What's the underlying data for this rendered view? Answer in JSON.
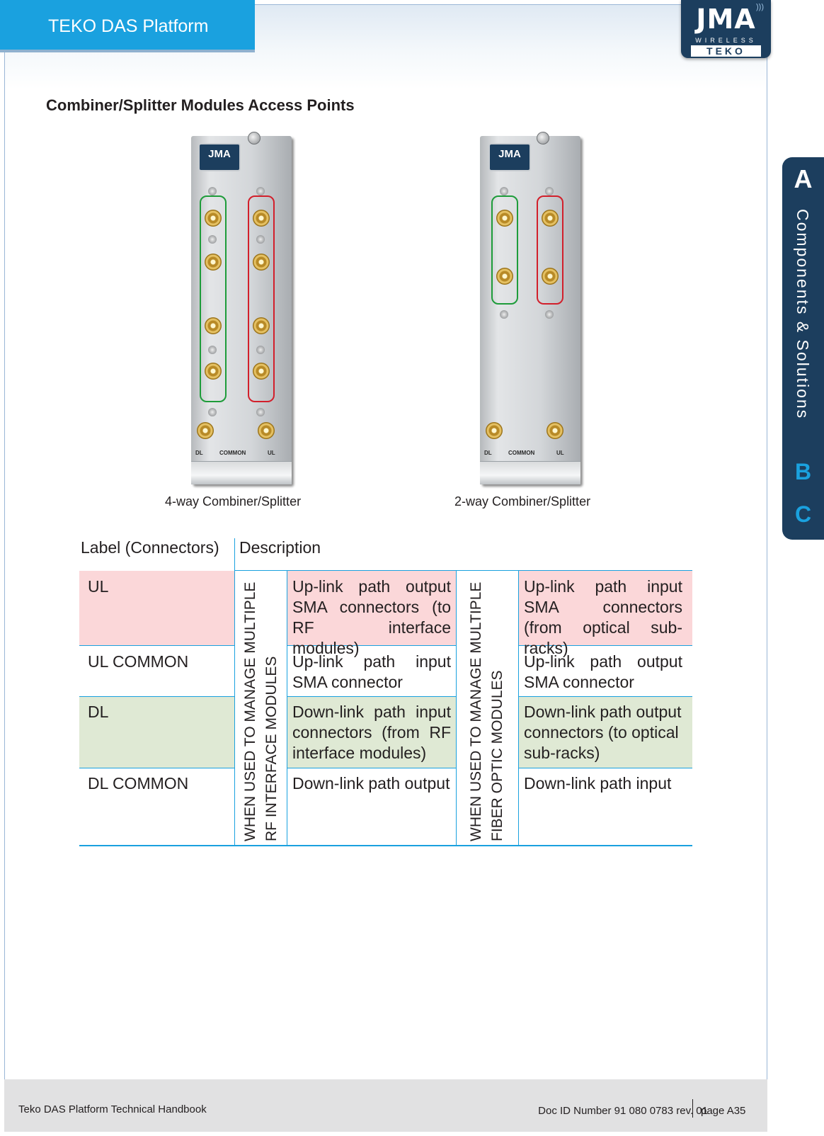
{
  "header": {
    "tab_title": "TEKO DAS Platform",
    "logo": {
      "main": "JMA",
      "sub": "WIRELESS",
      "brand": "TEKO"
    }
  },
  "section_title": "Combiner/Splitter Modules Access Points",
  "figures": [
    {
      "caption": "4-way Combiner/Splitter",
      "module_logo": "JMA",
      "port_labels": [
        "DL",
        "COMMON",
        "UL"
      ]
    },
    {
      "caption": "2-way Combiner/Splitter",
      "module_logo": "JMA",
      "port_labels": [
        "DL",
        "COMMON",
        "UL"
      ]
    }
  ],
  "table": {
    "headers": [
      "Label (Connectors)",
      "Description"
    ],
    "group_rf": "WHEN USED TO MANAGE MULTIPLE RF INTERFACE MODULES",
    "group_rf_lines": [
      "WHEN USED TO MANAGE MULTIPLE",
      "RF INTERFACE MODULES"
    ],
    "group_fo_lines": [
      "WHEN USED TO MANAGE MULTIPLE",
      "FIBER OPTIC MODULES"
    ],
    "rows": [
      {
        "label": "UL",
        "rf": "Up-link path output SMA connectors (to RF interface modules)",
        "fo": "Up-link path input SMA connectors (from optical sub-racks)",
        "bg": "#fbd7d9"
      },
      {
        "label": "UL COMMON",
        "rf": "Up-link path input SMA connector",
        "fo": "Up-link path output SMA connector",
        "bg": "#ffffff"
      },
      {
        "label": "DL",
        "rf": "Down-link path input connectors (from RF interface modules)",
        "fo": "Down-link path output connectors (to optical sub-racks)",
        "bg": "#dfe9d4"
      },
      {
        "label": "DL COMMON",
        "rf": "Down-link path output",
        "fo": "Down-link path input",
        "bg": "#ffffff"
      }
    ]
  },
  "side_index": {
    "a_letter": "A",
    "a_label": "Components & Solutions",
    "b_letter": "B",
    "c_letter": "C"
  },
  "footer": {
    "handbook": "Teko DAS Platform Technical Handbook",
    "doc_id": "Doc ID Number 91 080 0783 rev. 01",
    "page": "page A35"
  },
  "colors": {
    "accent_blue": "#1aa1df",
    "navy": "#1c3e5e",
    "ul_row": "#fbd7d9",
    "dl_row": "#dfe9d4"
  }
}
